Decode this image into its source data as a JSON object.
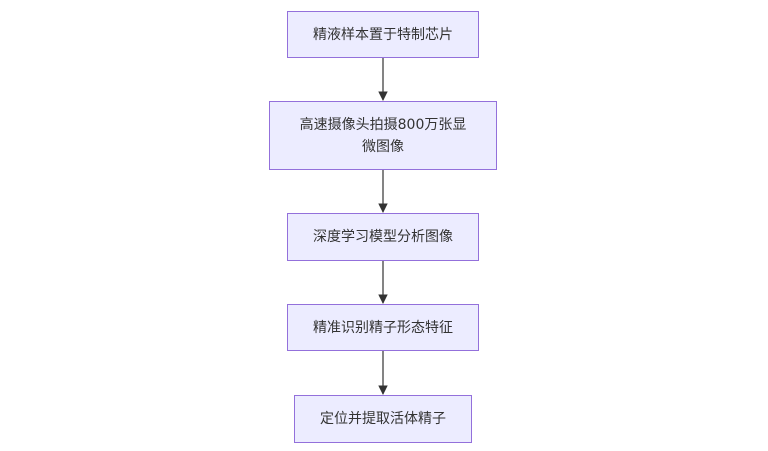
{
  "diagram": {
    "nodes": [
      {
        "id": "n1",
        "label": "精液样本置于特制芯片"
      },
      {
        "id": "n2",
        "label": "高速摄像头拍摄800万张显微图像"
      },
      {
        "id": "n3",
        "label": "深度学习模型分析图像"
      },
      {
        "id": "n4",
        "label": "精准识别精子形态特征"
      },
      {
        "id": "n5",
        "label": "定位并提取活体精子"
      }
    ],
    "edges": [
      {
        "from": "n1",
        "to": "n2"
      },
      {
        "from": "n2",
        "to": "n3"
      },
      {
        "from": "n3",
        "to": "n4"
      },
      {
        "from": "n4",
        "to": "n5"
      }
    ],
    "colors": {
      "node_fill": "#ececff",
      "node_border": "#9370db",
      "text": "#333333",
      "edge": "#333333"
    }
  }
}
